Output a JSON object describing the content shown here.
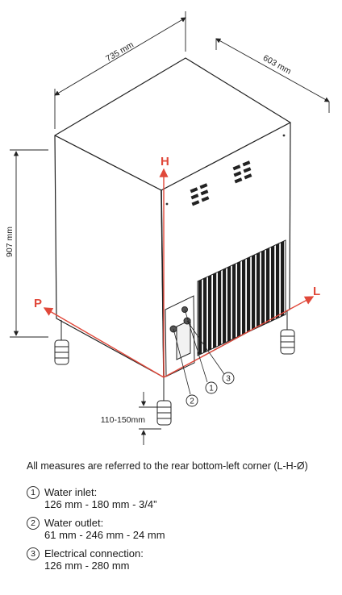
{
  "dimensions": {
    "width": "735 mm",
    "depth": "603 mm",
    "height": "907 mm",
    "feet": "110-150mm"
  },
  "axes": {
    "height": "H",
    "left": "P",
    "right": "L"
  },
  "colors": {
    "axis": "#e0483a",
    "line": "#222222"
  },
  "callouts": [
    "1",
    "2",
    "3"
  ],
  "note": "All measures are referred to the rear bottom-left corner (L-H-Ø)",
  "items": [
    {
      "symbol": "1",
      "title": "Water inlet:",
      "value": "126 mm  - 180 mm  - 3/4”"
    },
    {
      "symbol": "2",
      "title": "Water outlet:",
      "value": "61 mm - 246 mm - 24 mm"
    },
    {
      "symbol": "3",
      "title": "Electrical connection:",
      "value": "126 mm - 280 mm"
    }
  ]
}
